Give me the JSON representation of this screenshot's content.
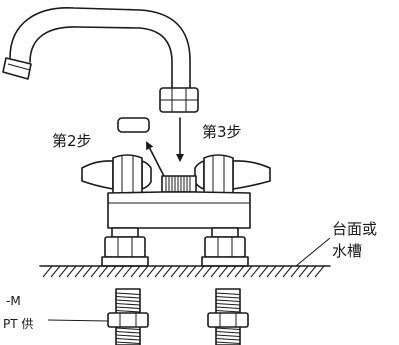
{
  "labels": {
    "step2": "第2步",
    "step3": "第3步",
    "surface_line1": "台面或",
    "surface_line2": "水槽",
    "fitting_line1": "-M",
    "fitting_line2": "PT 供"
  },
  "colors": {
    "line": "#1a1a1a",
    "background": "#ffffff"
  }
}
